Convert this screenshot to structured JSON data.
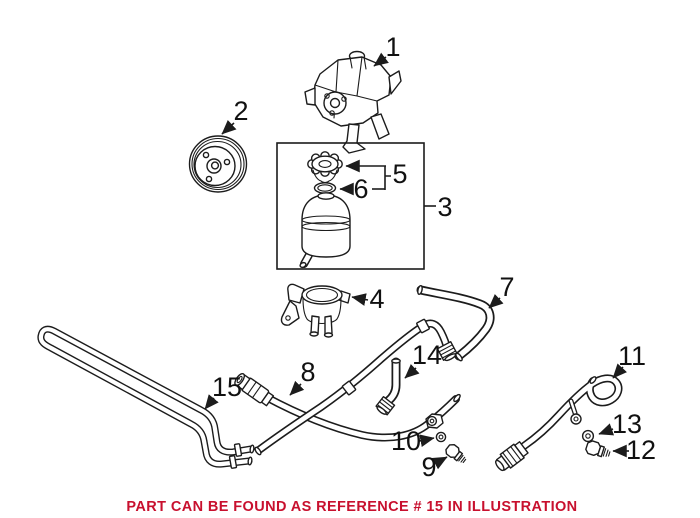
{
  "diagram": {
    "background": "#ffffff",
    "line_color": "#1c1c1c",
    "callouts": [
      "1",
      "2",
      "3",
      "4",
      "5",
      "6",
      "7",
      "8",
      "9",
      "10",
      "11",
      "12",
      "13",
      "14",
      "15"
    ],
    "note": {
      "text": "PART CAN BE FOUND AS REFERENCE # 15 IN ILLUSTRATION",
      "color": "#c8102e"
    }
  }
}
